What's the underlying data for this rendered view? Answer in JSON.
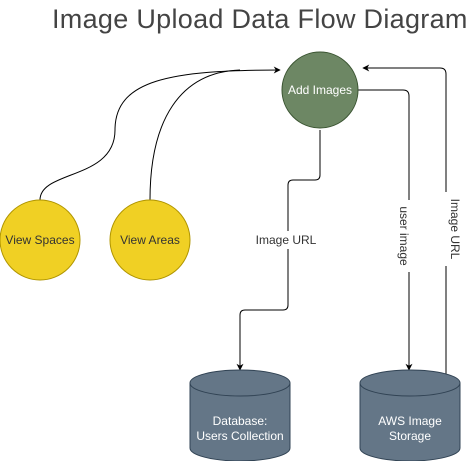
{
  "title": "Image Upload Data Flow Diagram",
  "nodes": {
    "add_images": {
      "label": "Add Images",
      "fill": "#6d8764",
      "stroke": "#3a5431",
      "text_color": "#ffffff"
    },
    "view_spaces": {
      "label": "View Spaces",
      "fill": "#f0d024",
      "stroke": "#b09500",
      "text_color": "#333333"
    },
    "view_areas": {
      "label": "View Areas",
      "fill": "#f0d024",
      "stroke": "#b09500",
      "text_color": "#333333"
    },
    "users_db": {
      "label_line1": "Database:",
      "label_line2": "Users Collection",
      "fill": "#647687",
      "stroke": "#314354",
      "text_color": "#ffffff"
    },
    "aws_storage": {
      "label_line1": "AWS Image",
      "label_line2": "Storage",
      "fill": "#647687",
      "stroke": "#314354",
      "text_color": "#ffffff"
    }
  },
  "edges": {
    "to_db_label": "Image URL",
    "to_storage_label": "user image",
    "from_storage_label": "Image URL"
  }
}
